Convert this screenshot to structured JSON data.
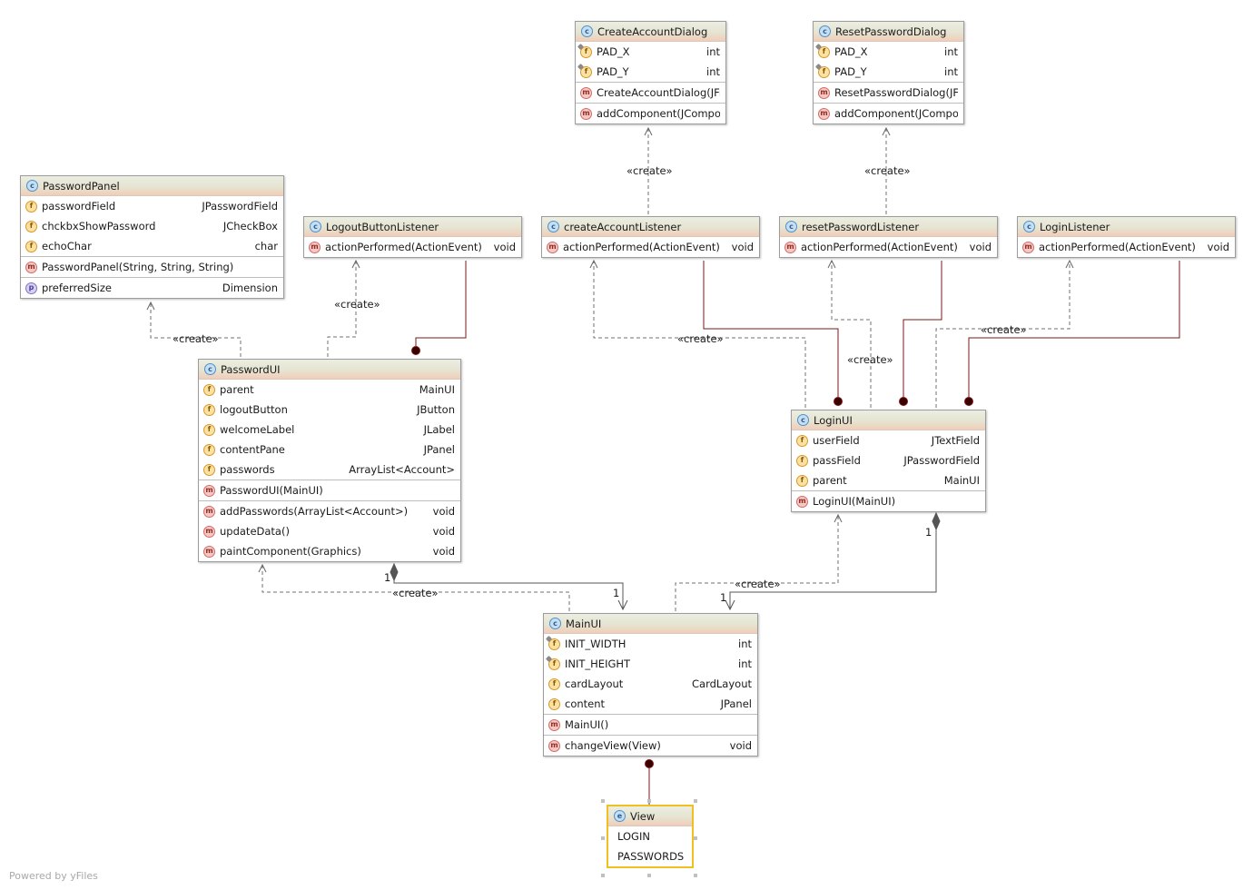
{
  "classes": {
    "create_account_dialog": {
      "name": "CreateAccountDialog",
      "kind": "C",
      "members": [
        {
          "kind": "f",
          "static": true,
          "name": "PAD_X",
          "type": "int"
        },
        {
          "kind": "f",
          "static": true,
          "name": "PAD_Y",
          "type": "int"
        },
        {
          "sep": true,
          "kind": "m",
          "name": "CreateAccountDialog(JFrame)",
          "type": ""
        },
        {
          "sep": true,
          "kind": "m",
          "name": "addComponent(JComponent)",
          "type": ""
        }
      ]
    },
    "reset_password_dialog": {
      "name": "ResetPasswordDialog",
      "kind": "C",
      "members": [
        {
          "kind": "f",
          "static": true,
          "name": "PAD_X",
          "type": "int"
        },
        {
          "kind": "f",
          "static": true,
          "name": "PAD_Y",
          "type": "int"
        },
        {
          "sep": true,
          "kind": "m",
          "name": "ResetPasswordDialog(JFrame)",
          "type": ""
        },
        {
          "sep": true,
          "kind": "m",
          "name": "addComponent(JComponent)",
          "type": ""
        }
      ]
    },
    "password_panel": {
      "name": "PasswordPanel",
      "kind": "C",
      "members": [
        {
          "kind": "f",
          "name": "passwordField",
          "type": "JPasswordField"
        },
        {
          "kind": "f",
          "name": "chckbxShowPassword",
          "type": "JCheckBox"
        },
        {
          "kind": "f",
          "name": "echoChar",
          "type": "char"
        },
        {
          "sep": true,
          "kind": "m",
          "name": "PasswordPanel(String, String, String)",
          "type": ""
        },
        {
          "sep": true,
          "kind": "p",
          "name": "preferredSize",
          "type": "Dimension"
        }
      ]
    },
    "logout_button_listener": {
      "name": "LogoutButtonListener",
      "kind": "C",
      "members": [
        {
          "kind": "m",
          "name": "actionPerformed(ActionEvent)",
          "type": "void"
        }
      ]
    },
    "create_account_listener": {
      "name": "createAccountListener",
      "kind": "C",
      "members": [
        {
          "kind": "m",
          "name": "actionPerformed(ActionEvent)",
          "type": "void"
        }
      ]
    },
    "reset_password_listener": {
      "name": "resetPasswordListener",
      "kind": "C",
      "members": [
        {
          "kind": "m",
          "name": "actionPerformed(ActionEvent)",
          "type": "void"
        }
      ]
    },
    "login_listener": {
      "name": "LoginListener",
      "kind": "C",
      "members": [
        {
          "kind": "m",
          "name": "actionPerformed(ActionEvent)",
          "type": "void"
        }
      ]
    },
    "password_ui": {
      "name": "PasswordUI",
      "kind": "C",
      "members": [
        {
          "kind": "f",
          "name": "parent",
          "type": "MainUI"
        },
        {
          "kind": "f",
          "name": "logoutButton",
          "type": "JButton"
        },
        {
          "kind": "f",
          "name": "welcomeLabel",
          "type": "JLabel"
        },
        {
          "kind": "f",
          "name": "contentPane",
          "type": "JPanel"
        },
        {
          "kind": "f",
          "name": "passwords",
          "type": "ArrayList<Account>"
        },
        {
          "sep": true,
          "kind": "m",
          "name": "PasswordUI(MainUI)",
          "type": ""
        },
        {
          "sep": true,
          "kind": "m",
          "name": "addPasswords(ArrayList<Account>)",
          "type": "void"
        },
        {
          "kind": "m",
          "name": "updateData()",
          "type": "void"
        },
        {
          "kind": "m",
          "name": "paintComponent(Graphics)",
          "type": "void"
        }
      ]
    },
    "login_ui": {
      "name": "LoginUI",
      "kind": "C",
      "members": [
        {
          "kind": "f",
          "name": "userField",
          "type": "JTextField"
        },
        {
          "kind": "f",
          "name": "passField",
          "type": "JPasswordField"
        },
        {
          "kind": "f",
          "name": "parent",
          "type": "MainUI"
        },
        {
          "sep": true,
          "kind": "m",
          "name": "LoginUI(MainUI)",
          "type": ""
        }
      ]
    },
    "main_ui": {
      "name": "MainUI",
      "kind": "C",
      "members": [
        {
          "kind": "f",
          "static": true,
          "name": "INIT_WIDTH",
          "type": "int"
        },
        {
          "kind": "f",
          "static": true,
          "name": "INIT_HEIGHT",
          "type": "int"
        },
        {
          "kind": "f",
          "name": "cardLayout",
          "type": "CardLayout"
        },
        {
          "kind": "f",
          "name": "content",
          "type": "JPanel"
        },
        {
          "sep": true,
          "kind": "m",
          "name": "MainUI()",
          "type": ""
        },
        {
          "sep": true,
          "kind": "m",
          "name": "changeView(View)",
          "type": "void"
        }
      ]
    },
    "view": {
      "name": "View",
      "kind": "E",
      "members": [
        {
          "kind": "",
          "name": "LOGIN",
          "type": ""
        },
        {
          "kind": "",
          "name": "PASSWORDS",
          "type": ""
        }
      ]
    }
  },
  "relationships": [
    {
      "from": "PasswordUI",
      "to": "PasswordPanel",
      "type": "create",
      "label": "«create»"
    },
    {
      "from": "PasswordUI",
      "to": "LogoutButtonListener",
      "type": "create",
      "label": "«create»"
    },
    {
      "from": "PasswordUI",
      "to": "LogoutButtonListener",
      "type": "inner"
    },
    {
      "from": "createAccountListener",
      "to": "CreateAccountDialog",
      "type": "create",
      "label": "«create»"
    },
    {
      "from": "resetPasswordListener",
      "to": "ResetPasswordDialog",
      "type": "create",
      "label": "«create»"
    },
    {
      "from": "LoginUI",
      "to": "createAccountListener",
      "type": "create",
      "label": "«create»"
    },
    {
      "from": "LoginUI",
      "to": "createAccountListener",
      "type": "inner"
    },
    {
      "from": "LoginUI",
      "to": "resetPasswordListener",
      "type": "create",
      "label": "«create»"
    },
    {
      "from": "LoginUI",
      "to": "resetPasswordListener",
      "type": "inner"
    },
    {
      "from": "LoginUI",
      "to": "LoginListener",
      "type": "create",
      "label": "«create»"
    },
    {
      "from": "LoginUI",
      "to": "LoginListener",
      "type": "inner"
    },
    {
      "from": "MainUI",
      "to": "PasswordUI",
      "type": "create",
      "label": "«create»"
    },
    {
      "from": "PasswordUI",
      "to": "MainUI",
      "type": "composition",
      "source_multiplicity": "1",
      "target_multiplicity": "1"
    },
    {
      "from": "MainUI",
      "to": "LoginUI",
      "type": "create",
      "label": "«create»"
    },
    {
      "from": "LoginUI",
      "to": "MainUI",
      "type": "composition",
      "source_multiplicity": "1",
      "target_multiplicity": "1"
    },
    {
      "from": "MainUI",
      "to": "View",
      "type": "inner"
    }
  ],
  "labels": {
    "create": "«create»",
    "one": "1"
  },
  "footer": "Powered by yFiles",
  "colors": {
    "inner_edge": "#7a1a1a",
    "dashed_edge": "#707070",
    "composition": "#555555",
    "selection": "#f0c020"
  }
}
